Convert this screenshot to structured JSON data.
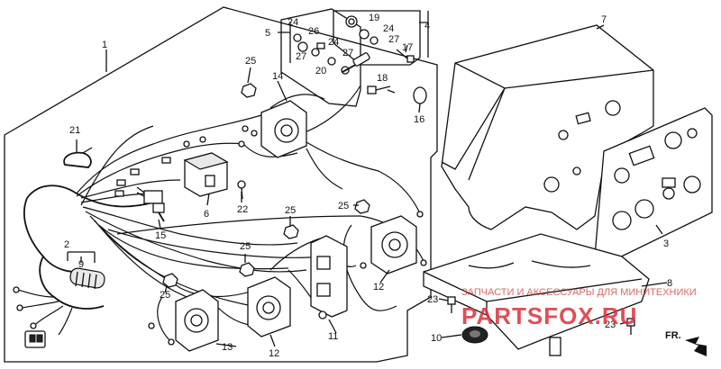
{
  "diagram": {
    "callouts": {
      "c1": "1",
      "c2": "2",
      "c3": "3",
      "c4": "4",
      "c5": "5",
      "c6": "6",
      "c7": "7",
      "c8": "8",
      "c9": "9",
      "c10": "10",
      "c11": "11",
      "c12a": "12",
      "c12b": "12",
      "c13": "13",
      "c14": "14",
      "c15": "15",
      "c16": "16",
      "c17": "17",
      "c18": "18",
      "c19": "19",
      "c20": "20",
      "c21": "21",
      "c22": "22",
      "c23a": "23",
      "c23b": "23",
      "c24a": "24",
      "c24b": "24",
      "c24c": "24",
      "c25a": "25",
      "c25b": "25",
      "c25c": "25",
      "c25d": "25",
      "c25e": "25",
      "c26": "26",
      "c27a": "27",
      "c27b": "27",
      "c27c": "27"
    },
    "direction_label": "FR."
  },
  "watermark": {
    "caption": "ЗАПЧАСТИ И АКСЕССУАРЫ ДЛЯ МИНИТЕХНИКИ",
    "logo": "PARTSFOX.RU",
    "accent_color": "#d9323a"
  }
}
